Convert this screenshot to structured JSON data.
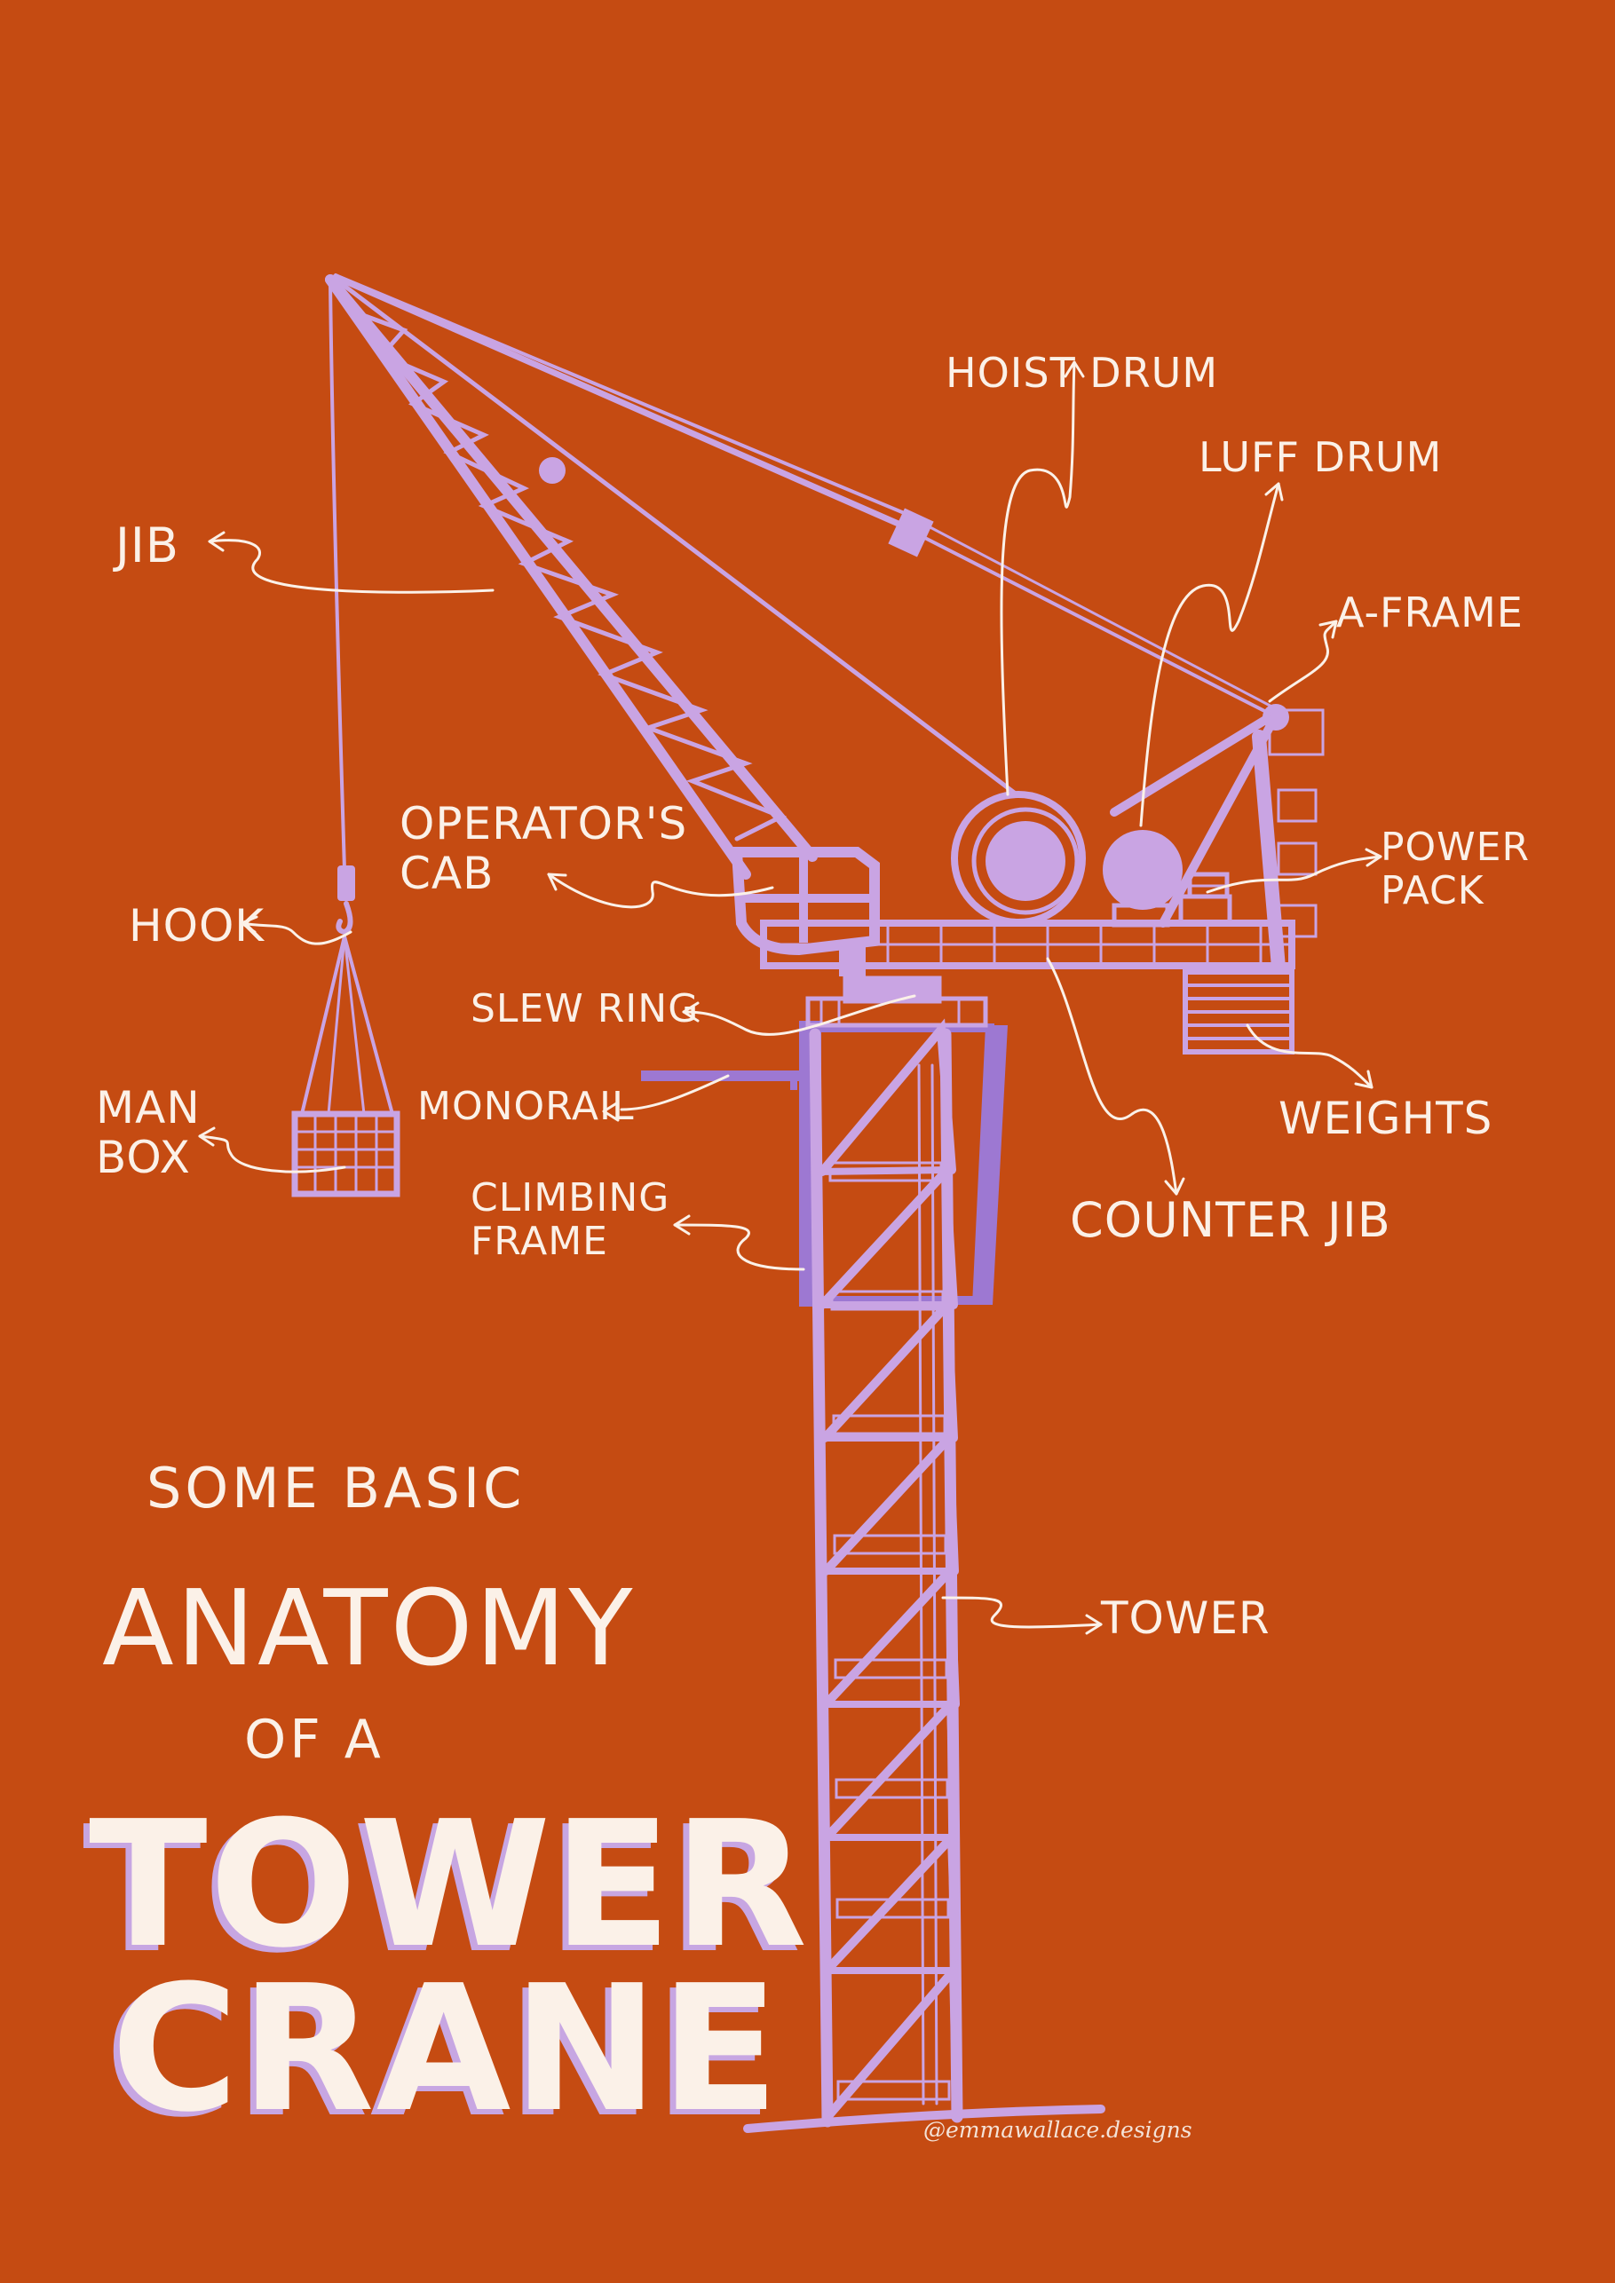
{
  "labels": {
    "jib": "JIB",
    "hoist_drum": "HOIST DRUM",
    "luff_drum": "LUFF DRUM",
    "a_frame": "A-FRAME",
    "operators_cab": "OPERATOR'S\nCAB",
    "power_pack": "POWER\nPACK",
    "hook": "HOOK",
    "slew_ring": "SLEW RING",
    "monorail": "MONORAIL",
    "man_box": "MAN\nBOX",
    "weights": "WEIGHTS",
    "climbing_frame": "CLIMBING\nFRAME",
    "counter_jib": "COUNTER JIB",
    "tower": "TOWER"
  },
  "title": {
    "line1": "SOME BASIC",
    "line2": "ANATOMY",
    "line3": "OF A",
    "line4": "TOWER",
    "line5": "CRANE"
  },
  "credit": "@emmawallace.designs",
  "colors": {
    "background": "#c54b12",
    "crane": "#c9a4e3",
    "crane_dark": "#9d78d2",
    "text": "#fbf1e8"
  }
}
